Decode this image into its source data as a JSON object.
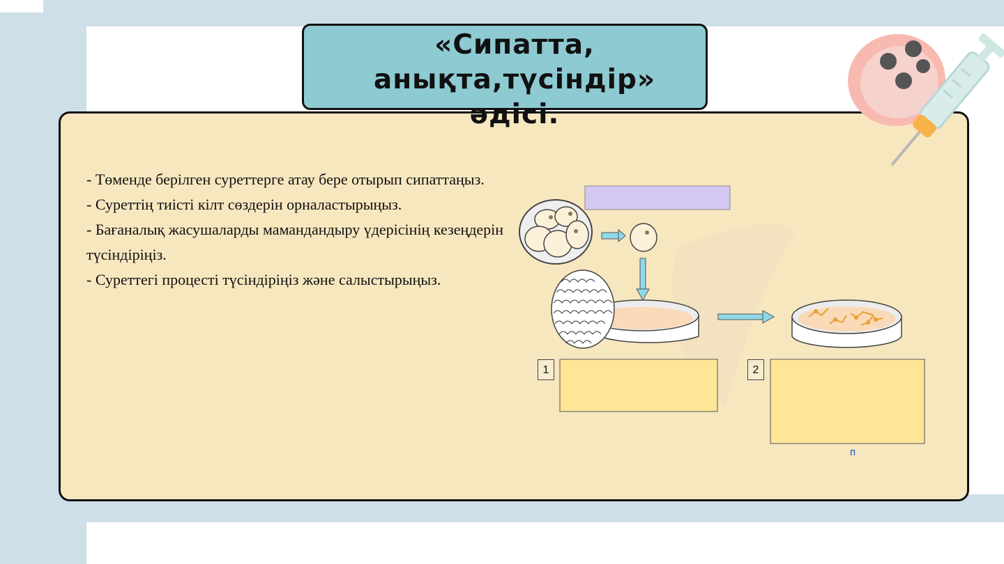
{
  "title": {
    "line1": "«Сипатта,",
    "line2": "анықта,түсіндір»",
    "line3": "әдісі."
  },
  "instructions": [
    "- Төменде берілген суреттерге атау бере отырып сипаттаңыз.",
    "- Суреттің тиісті кілт сөздерін орналастырыңыз.",
    "- Бағаналық жасушаларды мамандандыру үдерісінің кезеңдерін түсіндіріңіз.",
    "- Суреттегі процесті түсіндіріңіз және салыстырыңыз."
  ],
  "figure": {
    "box1_number": "1",
    "box2_number": "2",
    "stray_mark": "п"
  },
  "colors": {
    "card_bg": "#f7e7bf",
    "title_bg": "#8ecad2",
    "answer_box": "#fee597",
    "top_label_box": "#d3c8f0",
    "arrow": "#8fd8e8",
    "side_strip": "#cfdfe8"
  }
}
